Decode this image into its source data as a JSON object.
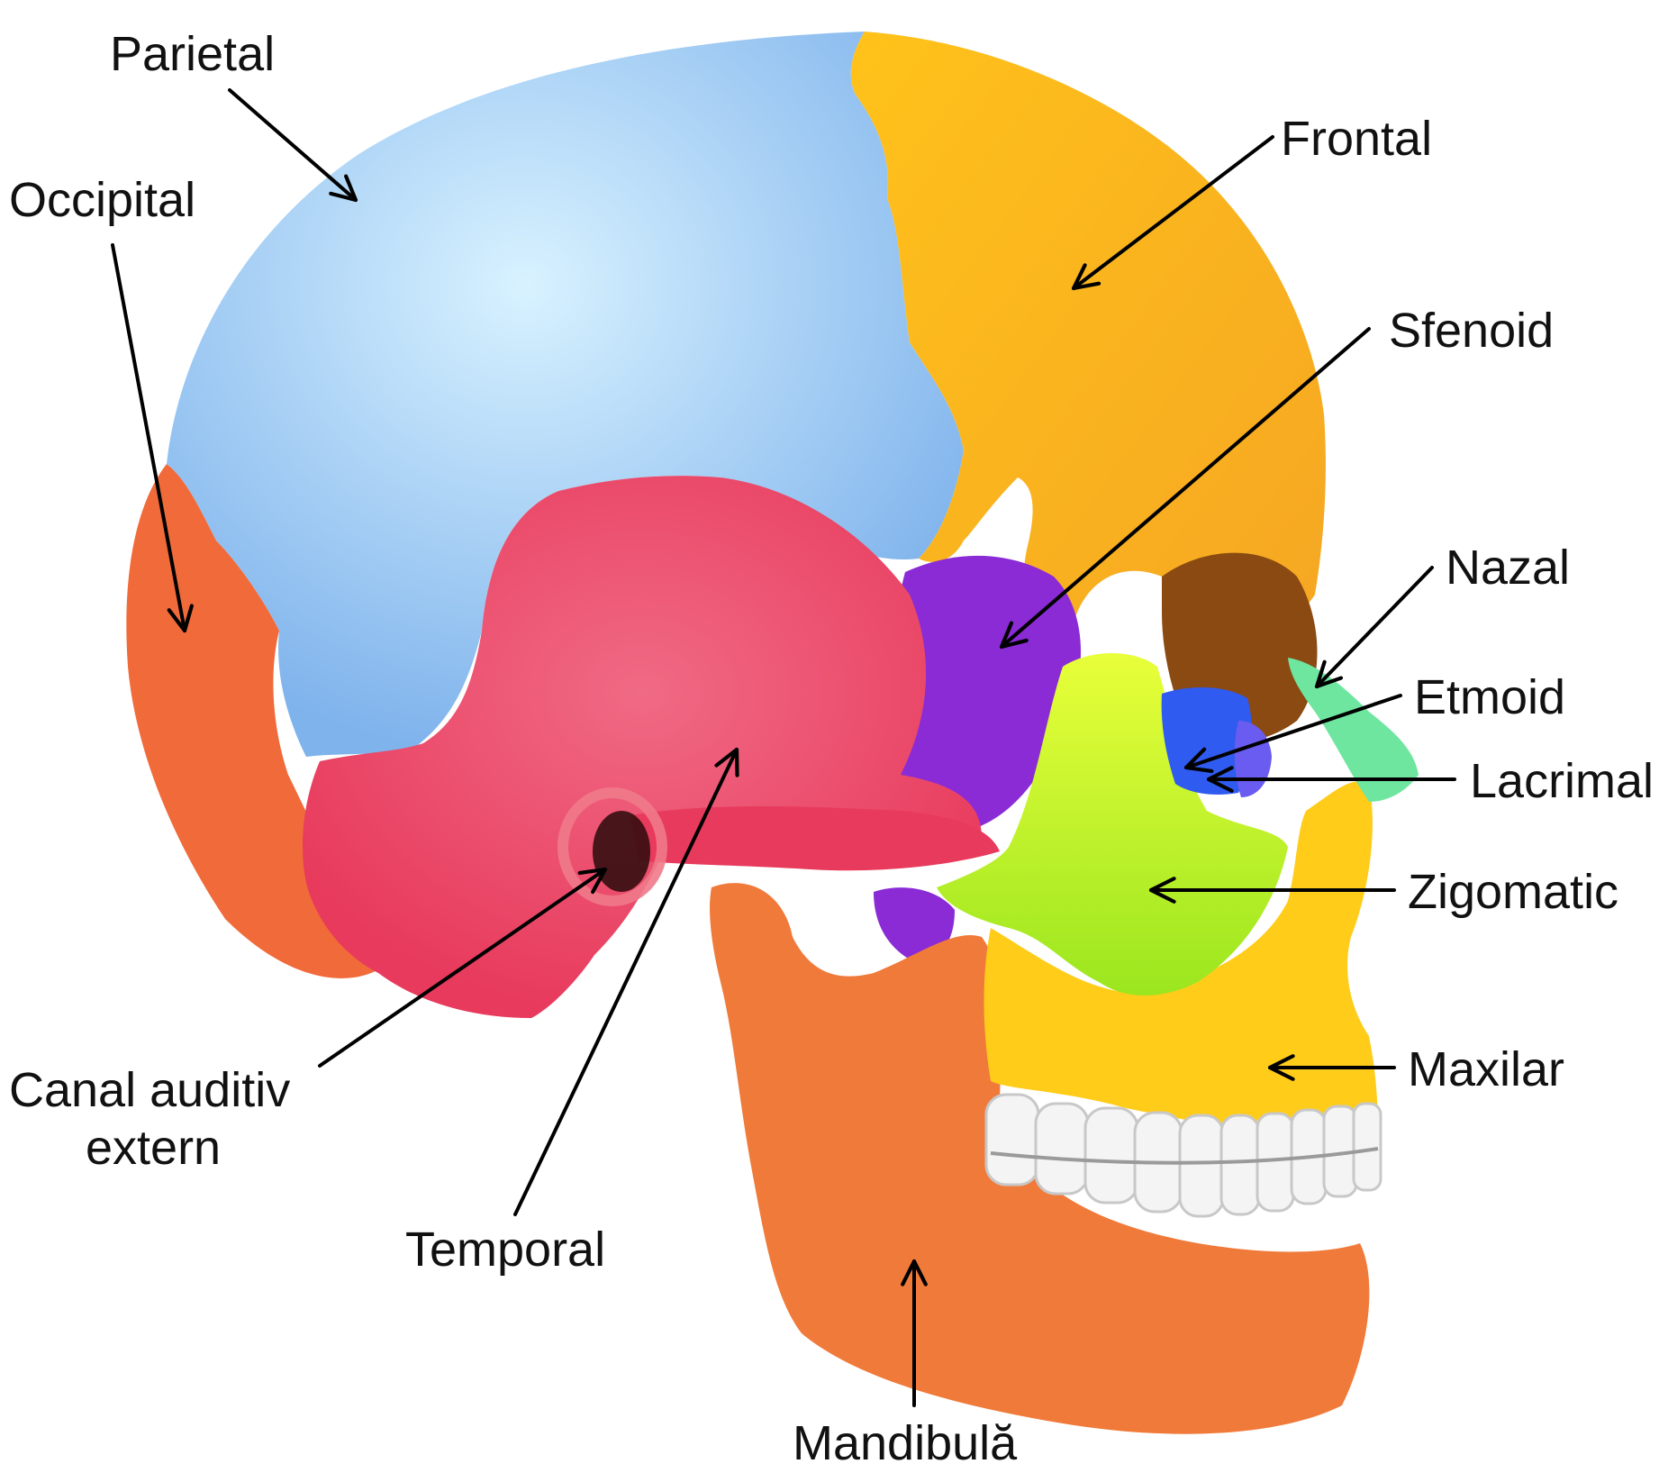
{
  "labels": {
    "parietal": "Parietal",
    "occipital": "Occipital",
    "frontal": "Frontal",
    "sfenoid": "Sfenoid",
    "nazal": "Nazal",
    "etmoid": "Etmoid",
    "lacrimal": "Lacrimal",
    "zigomatic": "Zigomatic",
    "maxilar": "Maxilar",
    "canal_auditiv_line1": "Canal auditiv",
    "canal_auditiv_line2": "extern",
    "temporal": "Temporal",
    "mandibula": "Mandibulă"
  },
  "colors": {
    "parietal": "#7fb3ec",
    "parietal_highlight": "#d8f2ff",
    "occipital": "#f06a3a",
    "frontal": "#f5a623",
    "frontal_light": "#ffc21a",
    "temporal": "#e83a5c",
    "temporal_light": "#f06a85",
    "sfenoid": "#8a2bd6",
    "zigomatic": "#9be61f",
    "zigomatic_light": "#e8ff3a",
    "maxilar": "#ffcc1a",
    "mandibula": "#f07a3a",
    "etmoid": "#2f5bf0",
    "lacrimal": "#6a5cf0",
    "nazal": "#6ee6a0",
    "orbit": "#8a4a12",
    "teeth": "#f4f4f4",
    "arrow": "#000000"
  }
}
